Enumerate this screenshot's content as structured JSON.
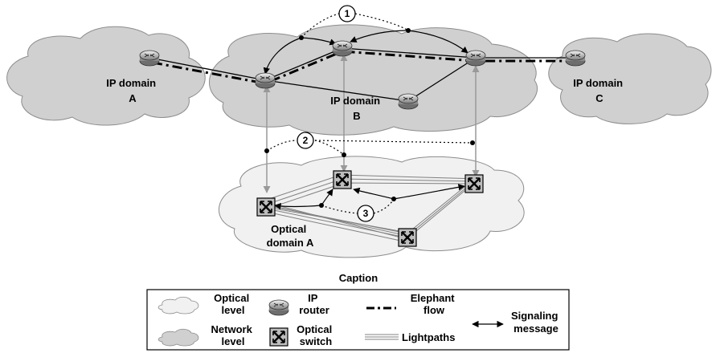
{
  "domains": {
    "ip_a": [
      "IP domain",
      "A"
    ],
    "ip_b": [
      "IP domain",
      "B"
    ],
    "ip_c": [
      "IP domain",
      "C"
    ],
    "optical_a": [
      "Optical",
      "domain A"
    ]
  },
  "steps": [
    "1",
    "2",
    "3"
  ],
  "caption": {
    "title": "Caption",
    "optical_level": [
      "Optical",
      "level"
    ],
    "network_level": [
      "Network",
      "level"
    ],
    "ip_router": [
      "IP",
      "router"
    ],
    "optical_switch": [
      "Optical",
      "switch"
    ],
    "elephant_flow": [
      "Elephant",
      "flow"
    ],
    "lightpaths": "Lightpaths",
    "signaling": [
      "Signaling",
      "message"
    ]
  },
  "colors": {
    "network_cloud": "#d0d0d0",
    "optical_cloud": "#f1f1f1",
    "cloud_stroke": "#8c8c8c",
    "interlayer_link": "#999999",
    "lightpath": "#808080"
  }
}
